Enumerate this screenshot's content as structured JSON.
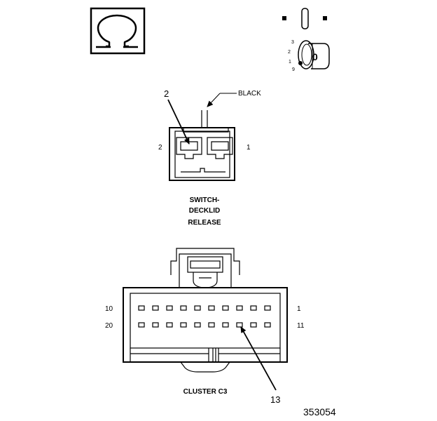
{
  "icons": {
    "top_left": "ohmmeter-symbol-icon",
    "top_right": "ignition-switch-off-icon"
  },
  "ignition": {
    "positions": [
      "3",
      "2",
      "1",
      "9"
    ],
    "key_label": "0"
  },
  "switch_connector": {
    "wire_color": "BLACK",
    "cavity_left": "2",
    "cavity_right": "1",
    "callout": "2",
    "name_lines": [
      "SWITCH-",
      "DECKLID",
      "RELEASE"
    ]
  },
  "cluster_connector": {
    "row1_left": "10",
    "row1_right": "1",
    "row2_left": "20",
    "row2_right": "11",
    "callout": "13",
    "name": "CLUSTER C3"
  },
  "figure_number": "353054"
}
